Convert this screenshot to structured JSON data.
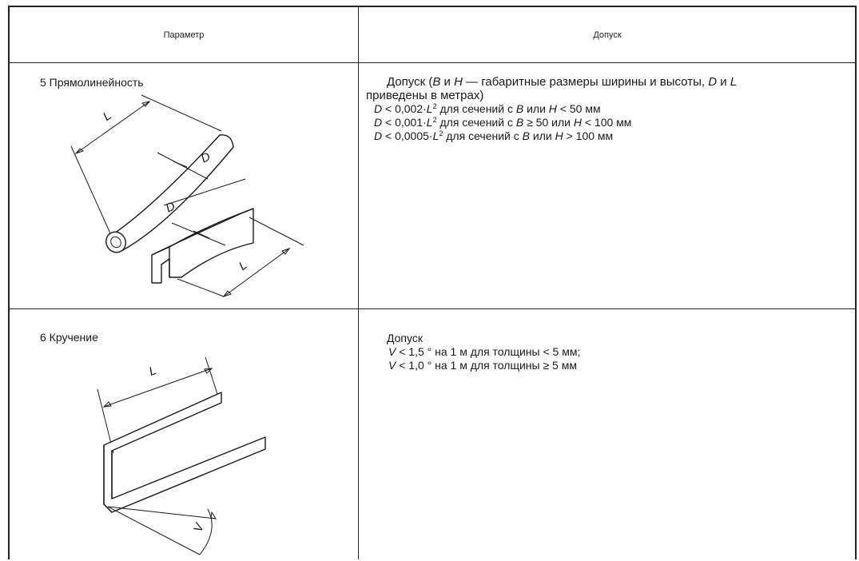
{
  "table": {
    "headers": {
      "parameter": "Параметр",
      "tolerance": "Допуск"
    },
    "rows": [
      {
        "parameter_label": "5 Прямолинейность",
        "figure_labels": {
          "length": "L",
          "deflection": "D"
        },
        "tolerance": {
          "intro_a": "Допуск (",
          "intro_b": "B",
          "intro_c": " и ",
          "intro_d": "H",
          "intro_e": " — габаритные размеры ширины и высоты, ",
          "intro_f": "D",
          "intro_g": " и ",
          "intro_h": "L",
          "intro_line2": "приведены в метрах)",
          "items": [
            {
              "d": "D",
              "expr": " < 0,002·",
              "l": "L",
              "exp": "2",
              "t1": " для сечений с ",
              "v1": "B",
              "t2": " или ",
              "v2": "H",
              "t3": " < 50 мм"
            },
            {
              "d": "D",
              "expr": " < 0,001·",
              "l": "L",
              "exp": "2",
              "t1": " для сечений с ",
              "v1": "B",
              "t2": " ≥ 50 или ",
              "v2": "H",
              "t3": " < 100 мм"
            },
            {
              "d": "D",
              "expr": " < 0,0005·",
              "l": "L",
              "exp": "2",
              "t1": " для сечений с ",
              "v1": "B",
              "t2": " или ",
              "v2": "H",
              "t3": " > 100 мм"
            }
          ]
        }
      },
      {
        "parameter_label": "6 Кручение",
        "figure_labels": {
          "length": "L",
          "angle": "V"
        },
        "tolerance": {
          "intro": "Допуск",
          "items": [
            {
              "v": "V",
              "text": " < 1,5 ° на 1 м для толщины < 5 мм;"
            },
            {
              "v": "V",
              "text": " < 1,0 ° на 1 м для толщины ≥ 5 мм"
            }
          ]
        }
      }
    ]
  }
}
